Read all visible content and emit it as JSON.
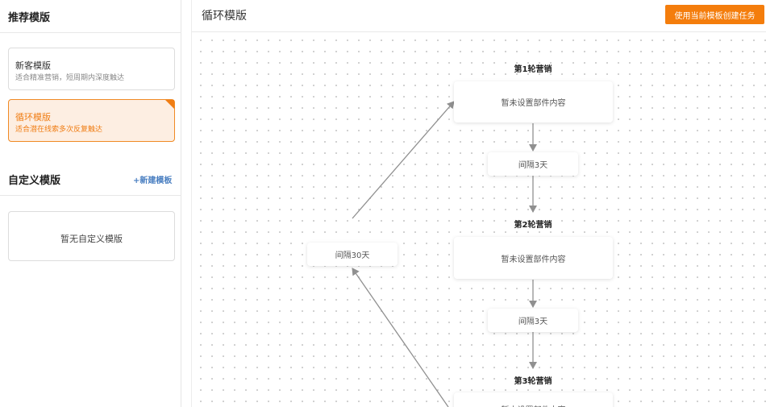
{
  "sidebar": {
    "recommended_title": "推荐模版",
    "templates": [
      {
        "title": "新客模版",
        "desc": "适合精准营销，短周期内深度触达",
        "active": false
      },
      {
        "title": "循环模版",
        "desc": "适合潜在线索多次反复触达",
        "active": true
      }
    ],
    "custom_title": "自定义模版",
    "new_template_label": "+新建模板",
    "empty_text": "暂无自定义模版"
  },
  "main": {
    "title": "循环模版",
    "create_button_label": "使用当前模板创建任务"
  },
  "flow": {
    "rounds": [
      {
        "label": "第1轮营销",
        "content": "暂未设置部件内容"
      },
      {
        "label": "第2轮营销",
        "content": "暂未设置部件内容"
      },
      {
        "label": "第3轮营销",
        "content": "暂未设置部件内容"
      }
    ],
    "intervals": [
      "间隔3天",
      "间隔3天"
    ],
    "loop_interval": "间隔30天"
  },
  "colors": {
    "accent": "#f47d0c",
    "active_bg": "#fdeee2",
    "link": "#4a7fc1",
    "arrow": "#909090"
  }
}
